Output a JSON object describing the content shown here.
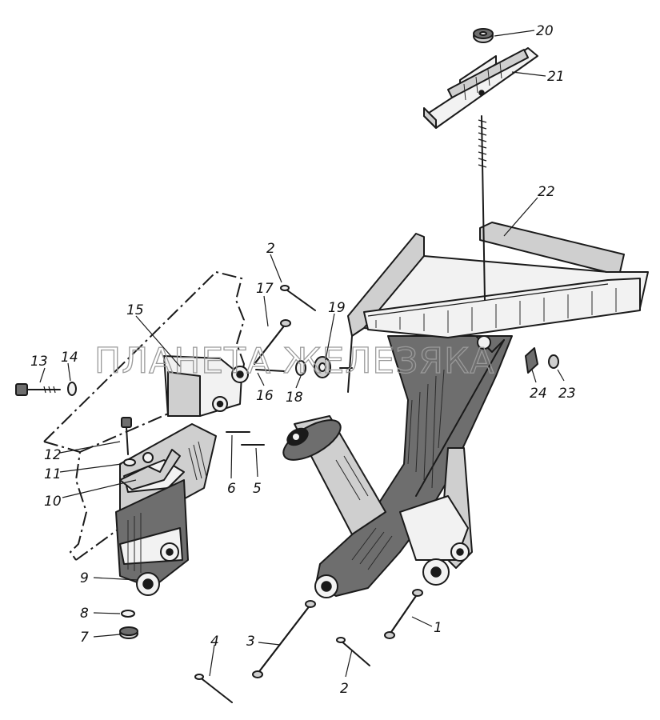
{
  "watermark": "ПЛАНЕТА ЖЕЛЕЗЯКА",
  "colors": {
    "ink": "#1a1a1a",
    "background": "#ffffff",
    "watermark": "#9a9a9a"
  },
  "callouts": [
    "1",
    "2",
    "3",
    "4",
    "5",
    "6",
    "7",
    "8",
    "9",
    "10",
    "11",
    "12",
    "13",
    "14",
    "15",
    "16",
    "17",
    "18",
    "19",
    "20",
    "21",
    "22",
    "23",
    "24"
  ]
}
